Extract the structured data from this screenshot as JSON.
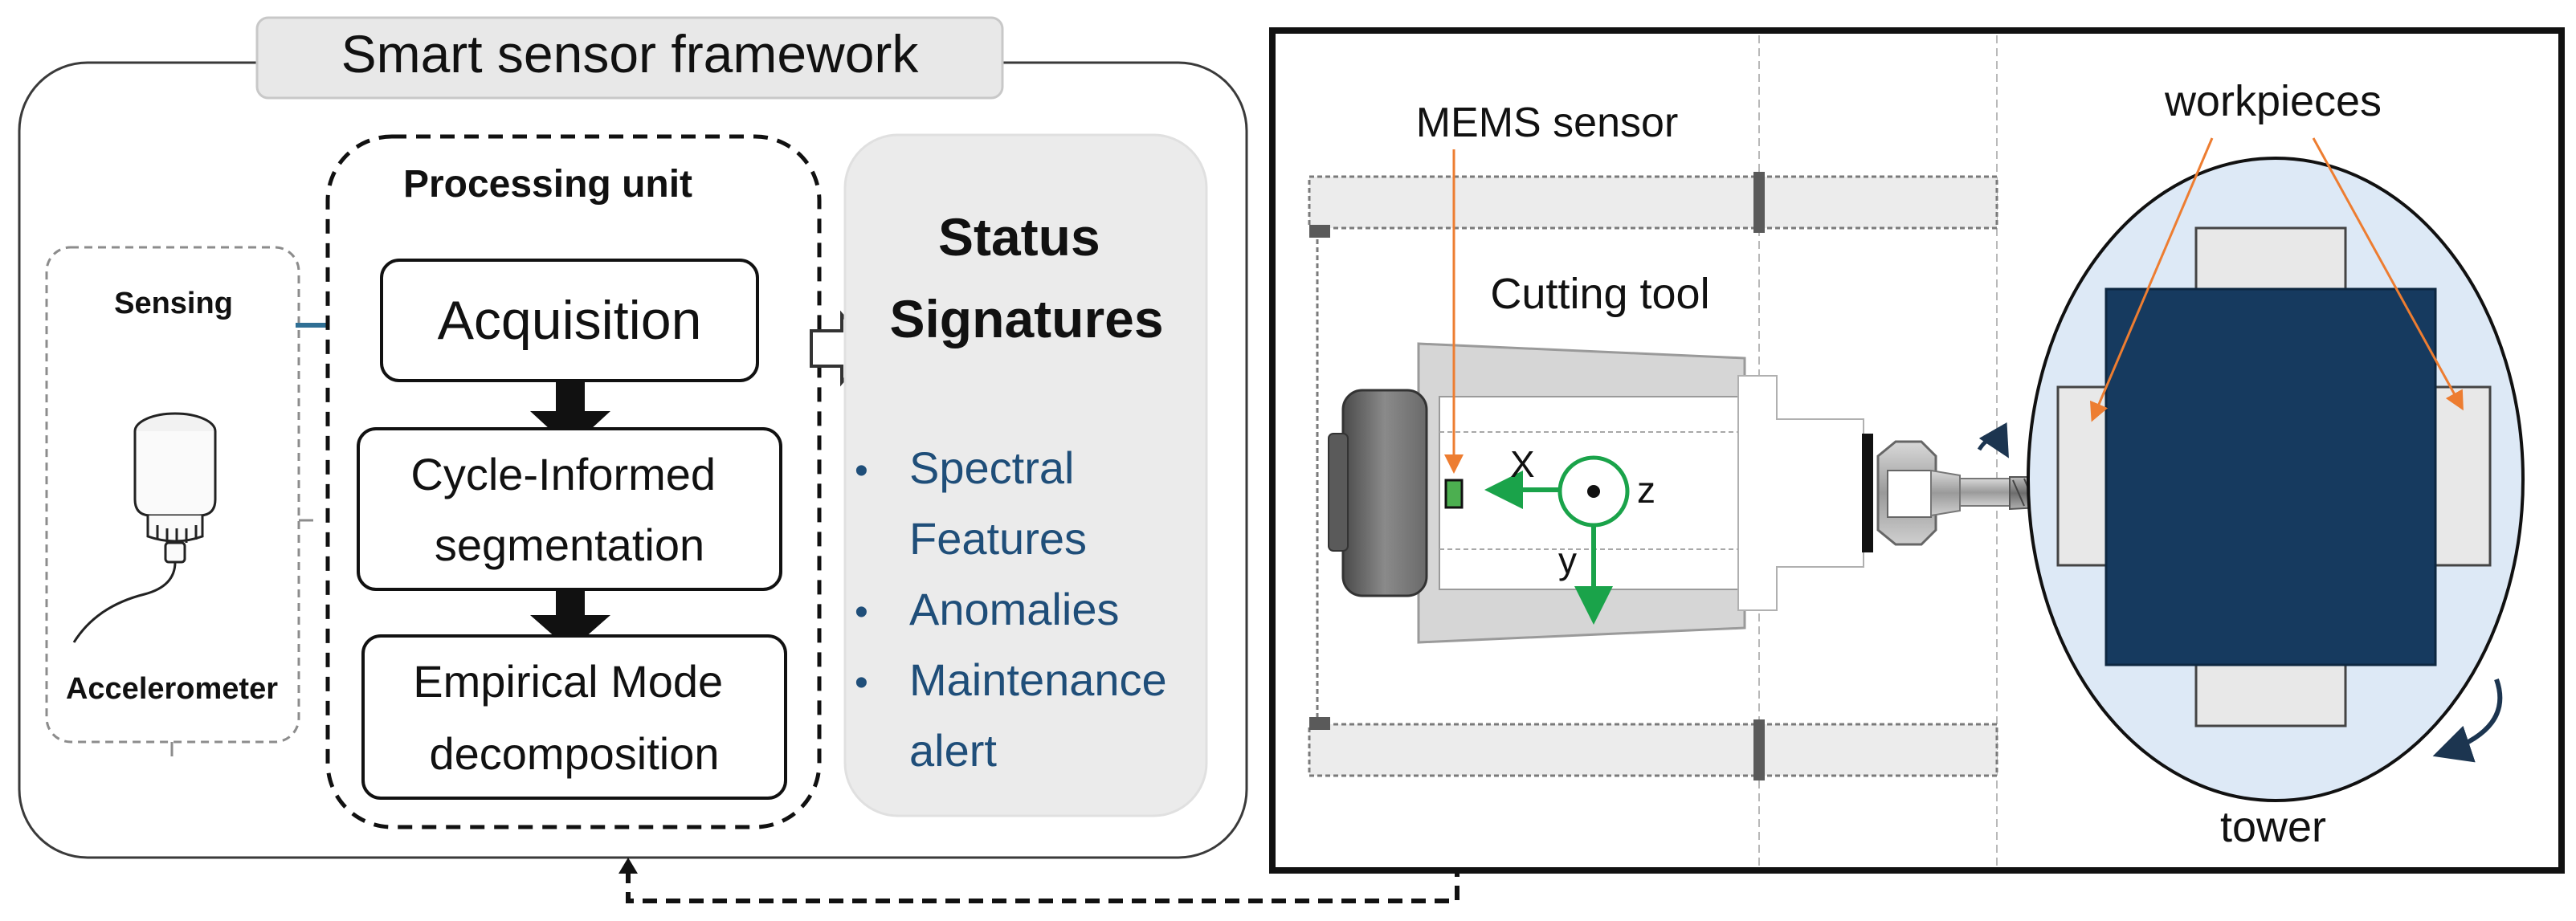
{
  "framework": {
    "title": "Smart sensor framework",
    "sensing": {
      "label": "Sensing",
      "device_label": "Accelerometer"
    },
    "processing_unit": {
      "title": "Processing unit",
      "steps": [
        {
          "lines": [
            "Acquisition"
          ]
        },
        {
          "lines": [
            "Cycle-Informed",
            "segmentation"
          ]
        },
        {
          "lines": [
            "Empirical Mode",
            "decomposition"
          ]
        }
      ]
    },
    "status": {
      "title_lines": [
        "Status",
        "Signatures"
      ],
      "bullet_glyph": "•",
      "bullets": [
        {
          "lines": [
            "Spectral",
            "Features"
          ]
        },
        {
          "lines": [
            "Anomalies"
          ]
        },
        {
          "lines": [
            "Maintenance",
            "alert"
          ]
        }
      ]
    }
  },
  "machine": {
    "mems_label": "MEMS sensor",
    "cutting_tool_label": "Cutting tool",
    "axes": {
      "x": "X",
      "y": "y",
      "z": "z"
    },
    "workpieces_label": "workpieces",
    "tower_label": "tower"
  },
  "colors": {
    "arrow_blue": "#2f6f94",
    "status_text": "#1f4e79",
    "workpiece_blue": "#163a5f",
    "tower_fill": "#dde9f6",
    "axis_green": "#1aa34a",
    "sensor_green": "#4caf50",
    "leader_orange": "#ed7d31",
    "panel_grey": "#ebebeb"
  }
}
